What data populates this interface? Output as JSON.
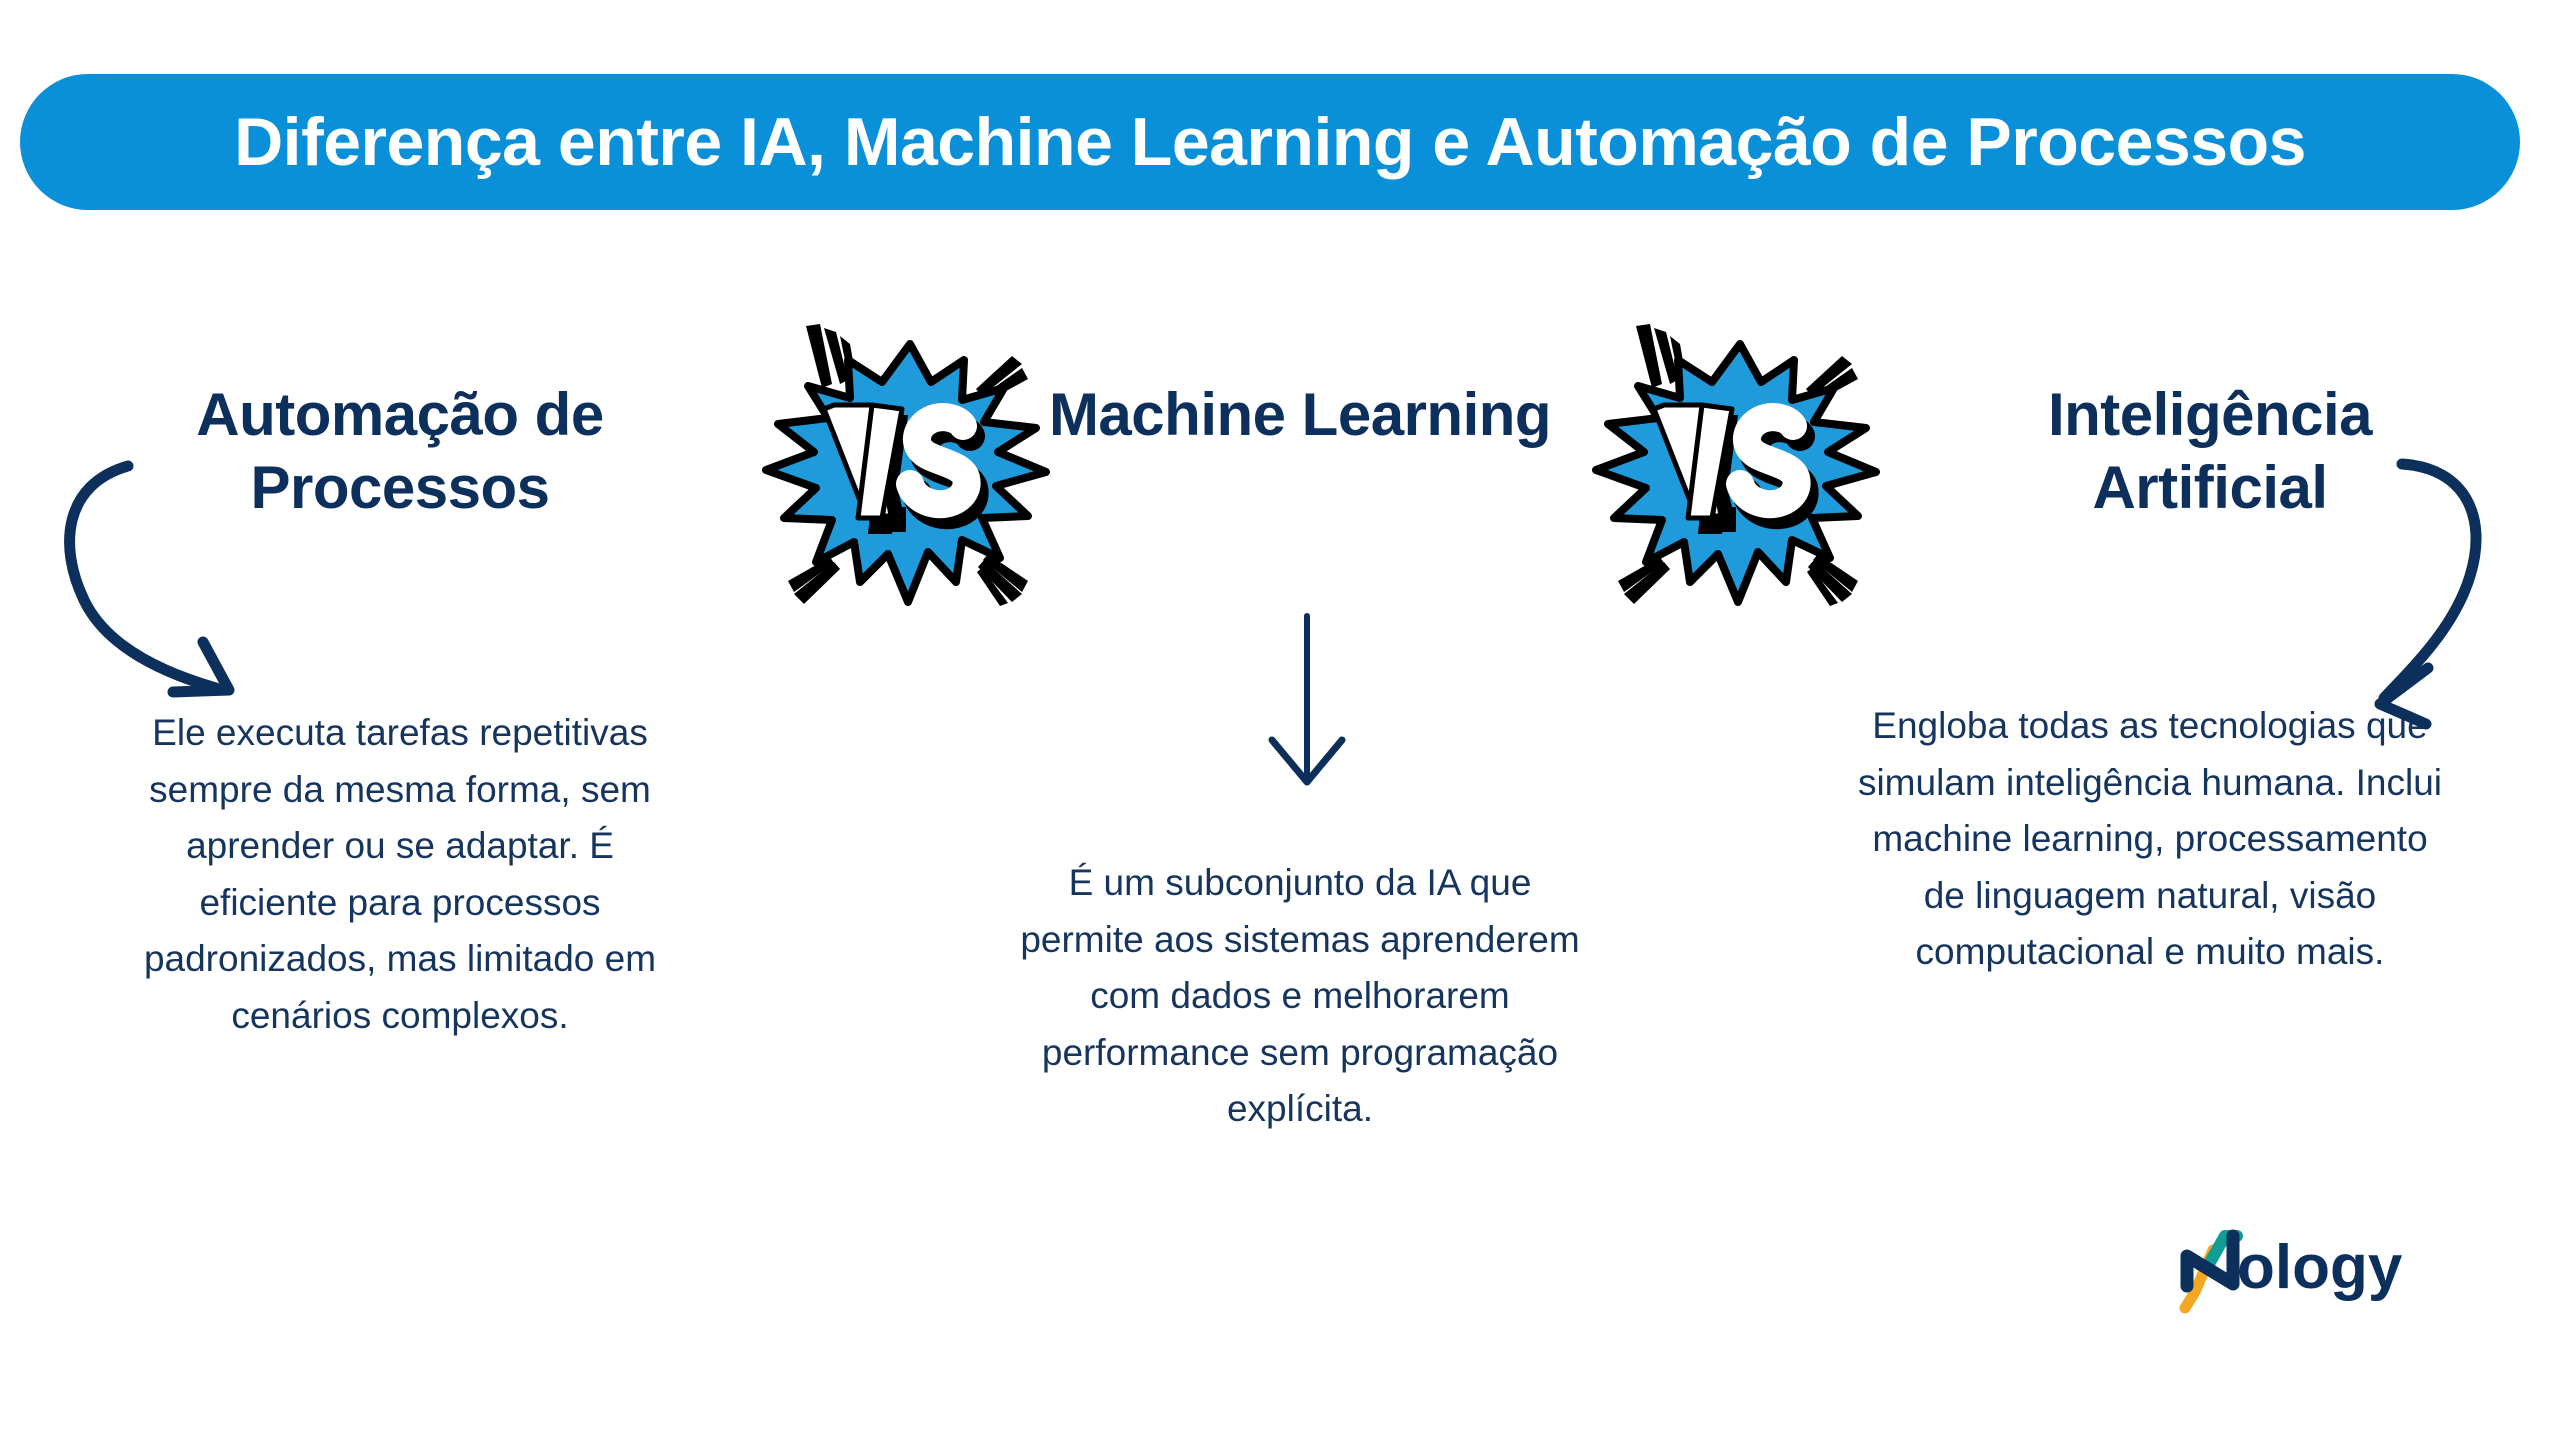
{
  "banner": {
    "title": "Diferença entre IA, Machine Learning e Automação de Processos",
    "background_color": "#0a90d9",
    "text_color": "#ffffff"
  },
  "theme": {
    "navy": "#0d2f5c",
    "body_navy": "#16355e",
    "accent_blue": "#1f9ada",
    "logo_teal": "#119c96",
    "logo_amber": "#f5a623",
    "background": "#ffffff"
  },
  "columns": [
    {
      "id": "automacao",
      "heading": "Automação de Processos",
      "body": "Ele executa tarefas repetitivas sempre da mesma forma, sem aprender ou se adaptar.\nÉ eficiente para processos padronizados, mas limitado em cenários complexos.",
      "arrow": "curved-arrow-down-right"
    },
    {
      "id": "machine-learning",
      "heading": "Machine Learning",
      "body": "É um subconjunto da IA que permite aos sistemas aprenderem com dados e melhorarem performance sem programação explícita.",
      "arrow": "straight-arrow-down"
    },
    {
      "id": "inteligencia-artificial",
      "heading": "Inteligência Artificial",
      "body": "Engloba todas as tecnologias que simulam inteligência humana.\nInclui machine learning, processamento de linguagem natural, visão computacional e muito mais.",
      "arrow": "curved-arrow-down-left"
    }
  ],
  "vs_badges": [
    {
      "label": "VS",
      "position": "between-automacao-and-ml"
    },
    {
      "label": "VS",
      "position": "between-ml-and-ia"
    }
  ],
  "logo": {
    "text": "Nology",
    "wordmark_color": "#0d2f5c"
  }
}
